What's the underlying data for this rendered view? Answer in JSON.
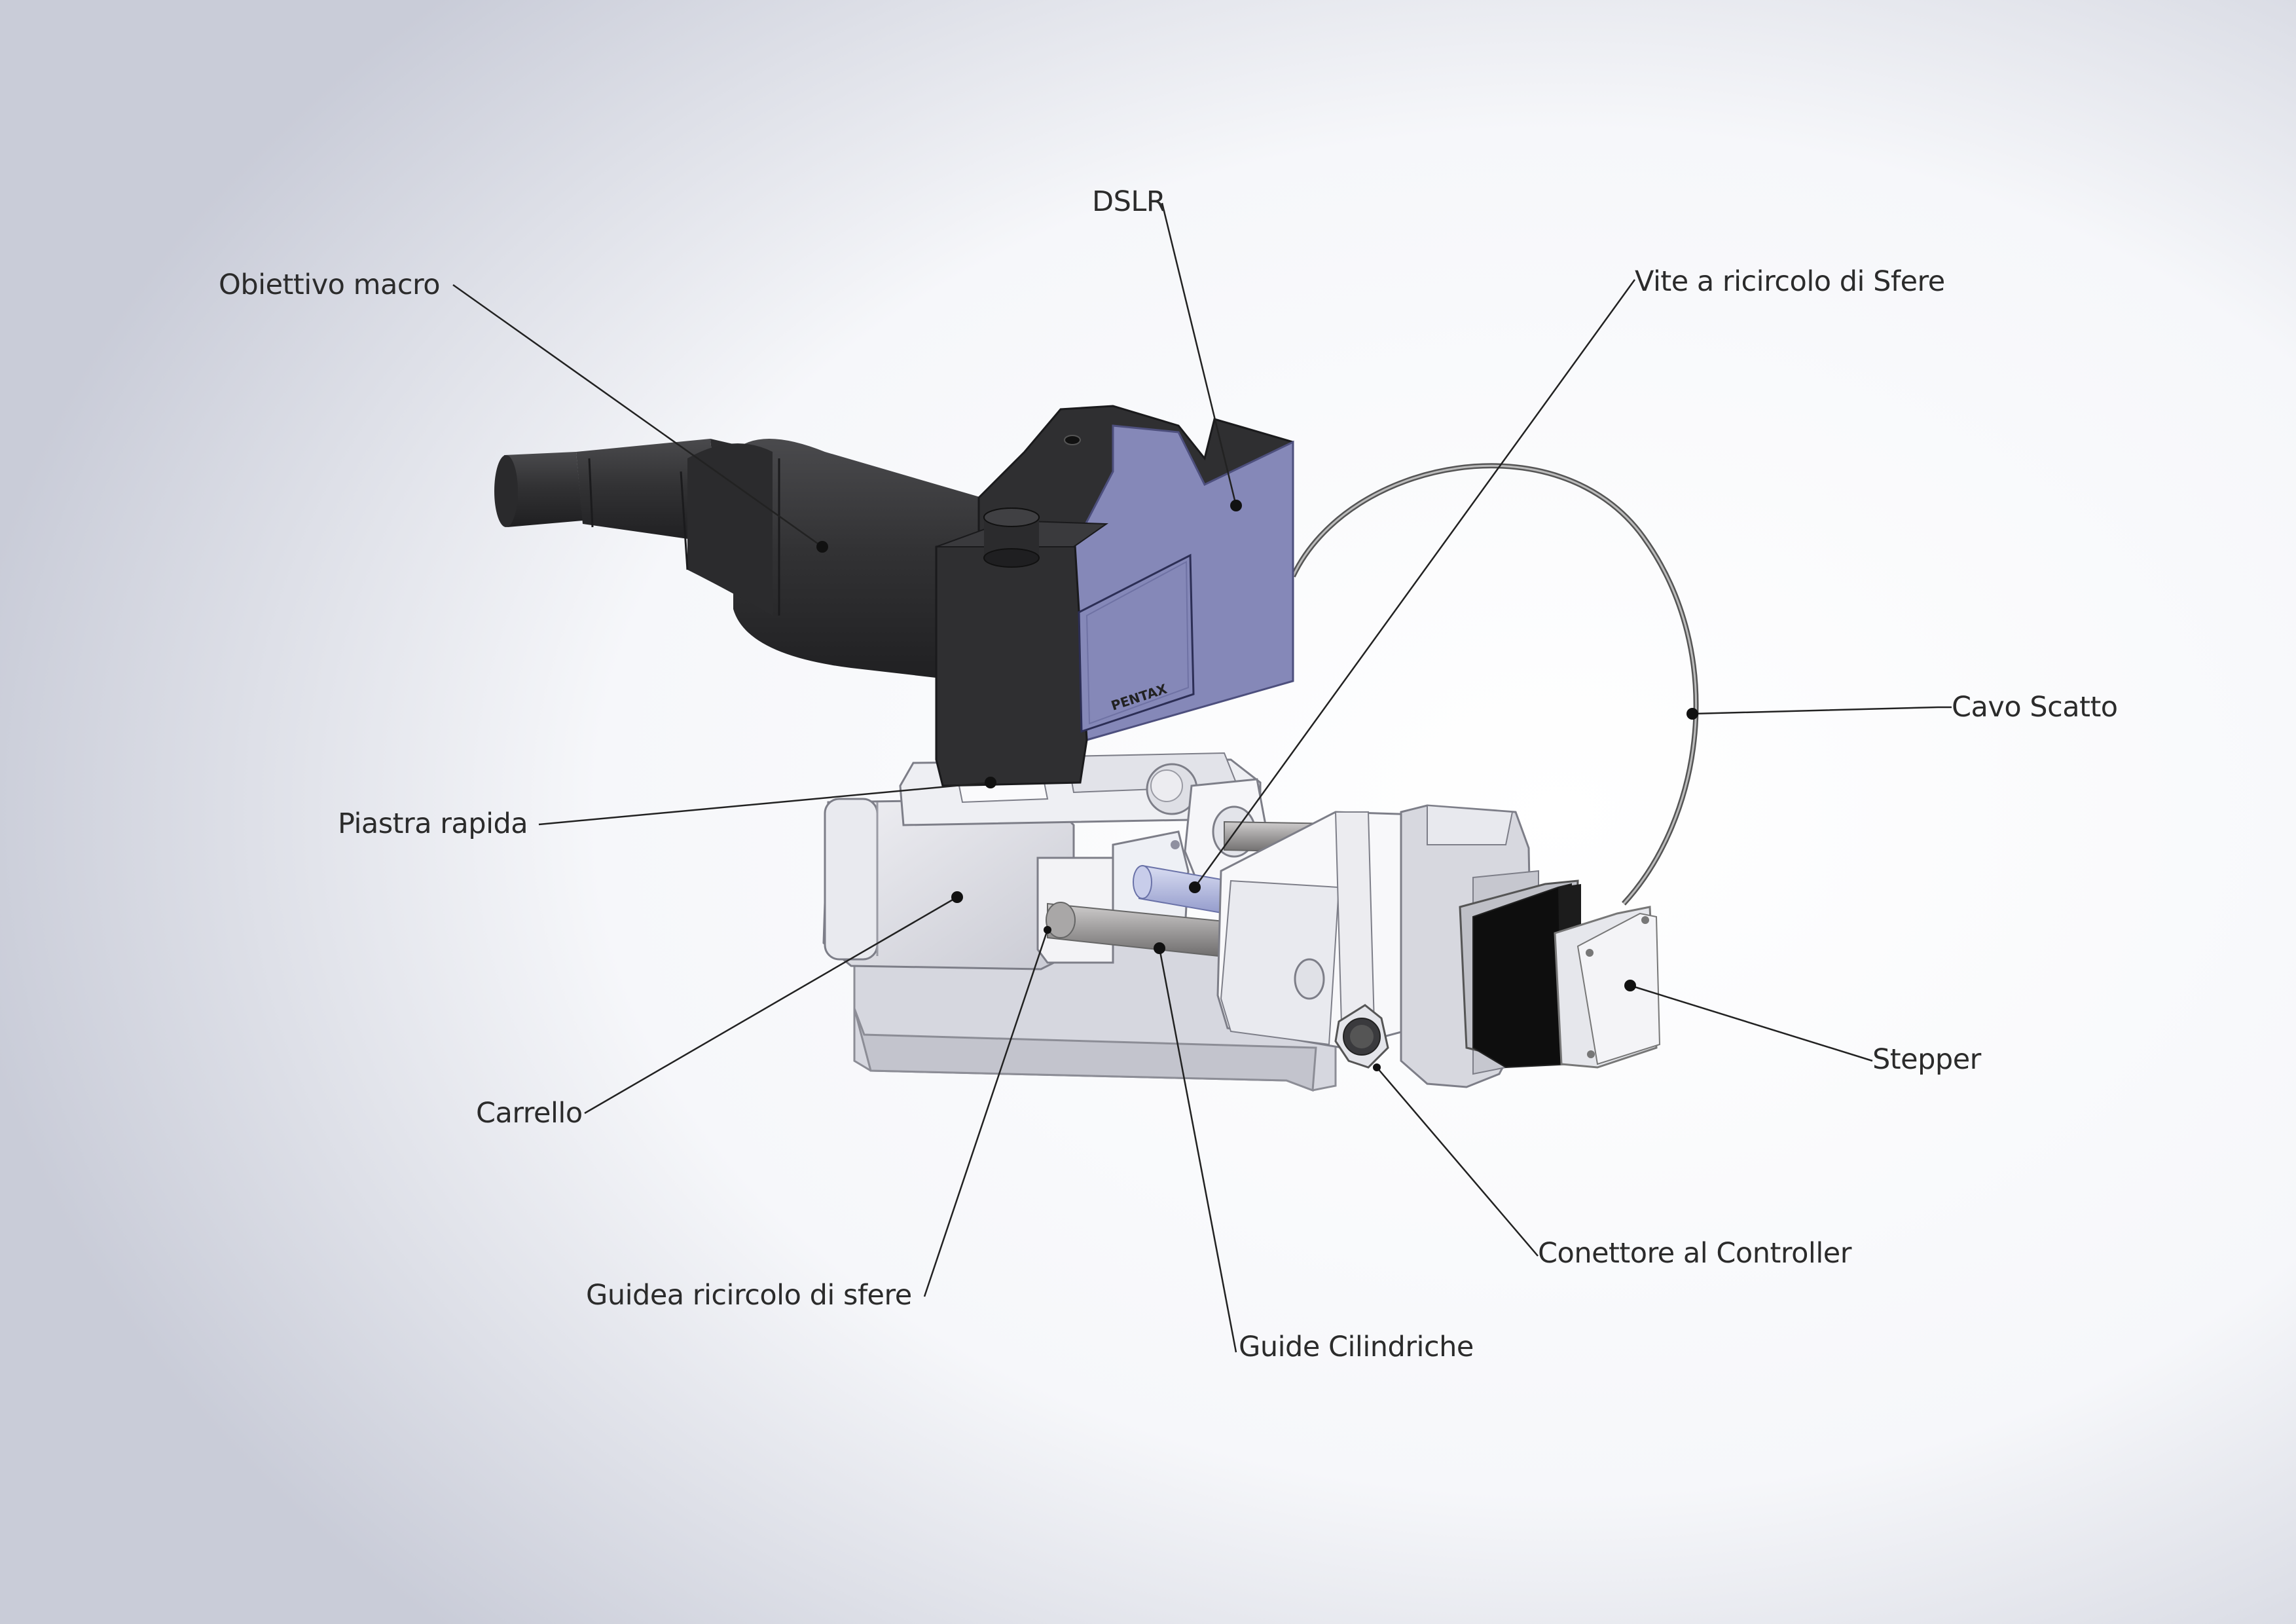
{
  "labels": {
    "dslr": "DSLR",
    "obiettivo": "Obiettivo macro",
    "vite": "Vite a ricircolo di Sfere",
    "cavo": "Cavo Scatto",
    "piastra": "Piastra rapida",
    "carrello": "Carrello",
    "stepper": "Stepper",
    "guide_ricircolo": "Guidea ricircolo di sfere",
    "connettore": "Conettore al Controller",
    "guide_cilindriche": "Guide Cilindriche"
  },
  "camera_brand": "PENTAX",
  "colors": {
    "background_center": "#ffffff",
    "background_edge": "#c9ccd8",
    "camera_body": "#8588b8",
    "camera_dark": "#2f2f31",
    "lens": "#323234",
    "aluminium": "#dcdde4",
    "rod": "#9d9b9b",
    "ball_screw": "#b6bde2",
    "motor_black": "#0e0e0e",
    "leader_line": "#222222"
  }
}
